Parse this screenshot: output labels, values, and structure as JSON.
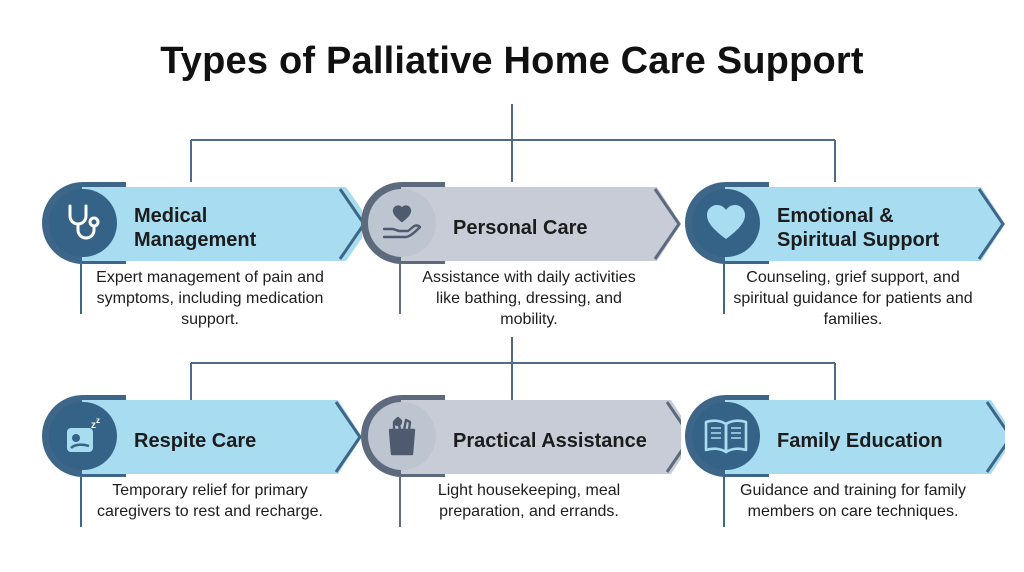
{
  "title": "Types of Palliative Home Care Support",
  "colors": {
    "blue_dark": "#3d6688",
    "blue_light": "#a8dcf0",
    "gray_dark": "#5d6a7d",
    "gray_light": "#c7ccd6",
    "connector": "#4f6b8a"
  },
  "items": [
    {
      "label": "Medical Management",
      "label_lines": [
        "Medical",
        "Management"
      ],
      "description": "Expert management of pain and symptoms, including medication support.",
      "icon": "stethoscope-icon",
      "theme": "blue"
    },
    {
      "label": "Personal Care",
      "label_lines": [
        "Personal Care"
      ],
      "description": "Assistance with daily activities like bathing, dressing, and mobility.",
      "icon": "hand-heart-icon",
      "theme": "gray"
    },
    {
      "label": "Emotional & Spiritual Support",
      "label_lines": [
        "Emotional &",
        "Spiritual Support"
      ],
      "description": "Counseling, grief support, and spiritual guidance for patients and families.",
      "icon": "heart-icon",
      "theme": "blue"
    },
    {
      "label": "Respite Care",
      "label_lines": [
        "Respite Care"
      ],
      "description": "Temporary relief for primary caregivers to rest and recharge.",
      "icon": "sleeping-person-icon",
      "theme": "blue"
    },
    {
      "label": "Practical Assistance",
      "label_lines": [
        "Practical Assistance"
      ],
      "description": "Light housekeeping, meal preparation, and errands.",
      "icon": "grocery-bag-icon",
      "theme": "gray"
    },
    {
      "label": "Family Education",
      "label_lines": [
        "Family Education"
      ],
      "description": "Guidance and training for family members on care techniques.",
      "icon": "open-book-icon",
      "theme": "blue"
    }
  ]
}
